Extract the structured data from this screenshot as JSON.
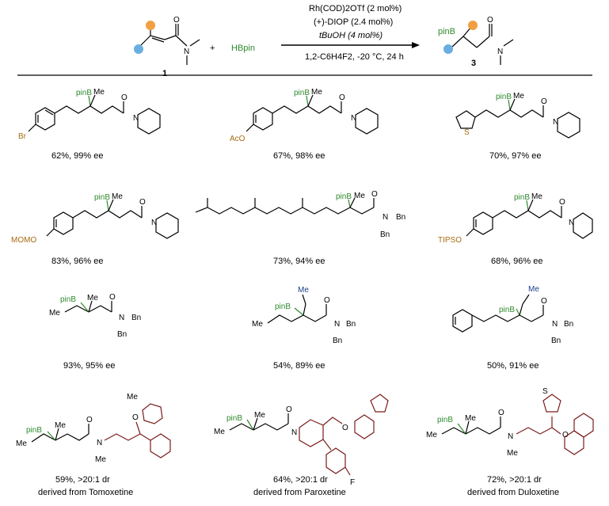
{
  "scheme": {
    "conditions": {
      "line1": "Rh(COD)2OTf (2 mol%)",
      "line2": "(+)-DIOP (2.4 mol%)",
      "line3": "tBuOH (4 mol%)",
      "line4": "1,2-C6H4F2, -20 °C, 24 h"
    },
    "reactant_number": "1",
    "plus": "+",
    "reagent": "HBpin",
    "product_number": "3",
    "product_pinB": "pinB"
  },
  "labels": {
    "pinB": "pinB",
    "me": "Me",
    "n": "N",
    "o": "O",
    "s": "S",
    "bn": "Bn",
    "br": "Br",
    "aco": "AcO",
    "momo": "MOMO",
    "tipso": "TIPSO",
    "f": "F"
  },
  "products": [
    {
      "yield": "62%, 99% ee"
    },
    {
      "yield": "67%, 98% ee"
    },
    {
      "yield": "70%, 97% ee"
    },
    {
      "yield": "83%, 96% ee"
    },
    {
      "yield": "73%, 94% ee"
    },
    {
      "yield": "68%, 96% ee"
    },
    {
      "yield": "93%, 95% ee"
    },
    {
      "yield": "54%, 89% ee"
    },
    {
      "yield": "50%, 91% ee"
    },
    {
      "yield": "59%, >20:1 dr",
      "derived": "derived from Tomoxetine"
    },
    {
      "yield": "64%, >20:1 dr",
      "derived": "derived from Paroxetine"
    },
    {
      "yield": "72%, >20:1 dr",
      "derived": "derived from Duloxetine"
    }
  ]
}
